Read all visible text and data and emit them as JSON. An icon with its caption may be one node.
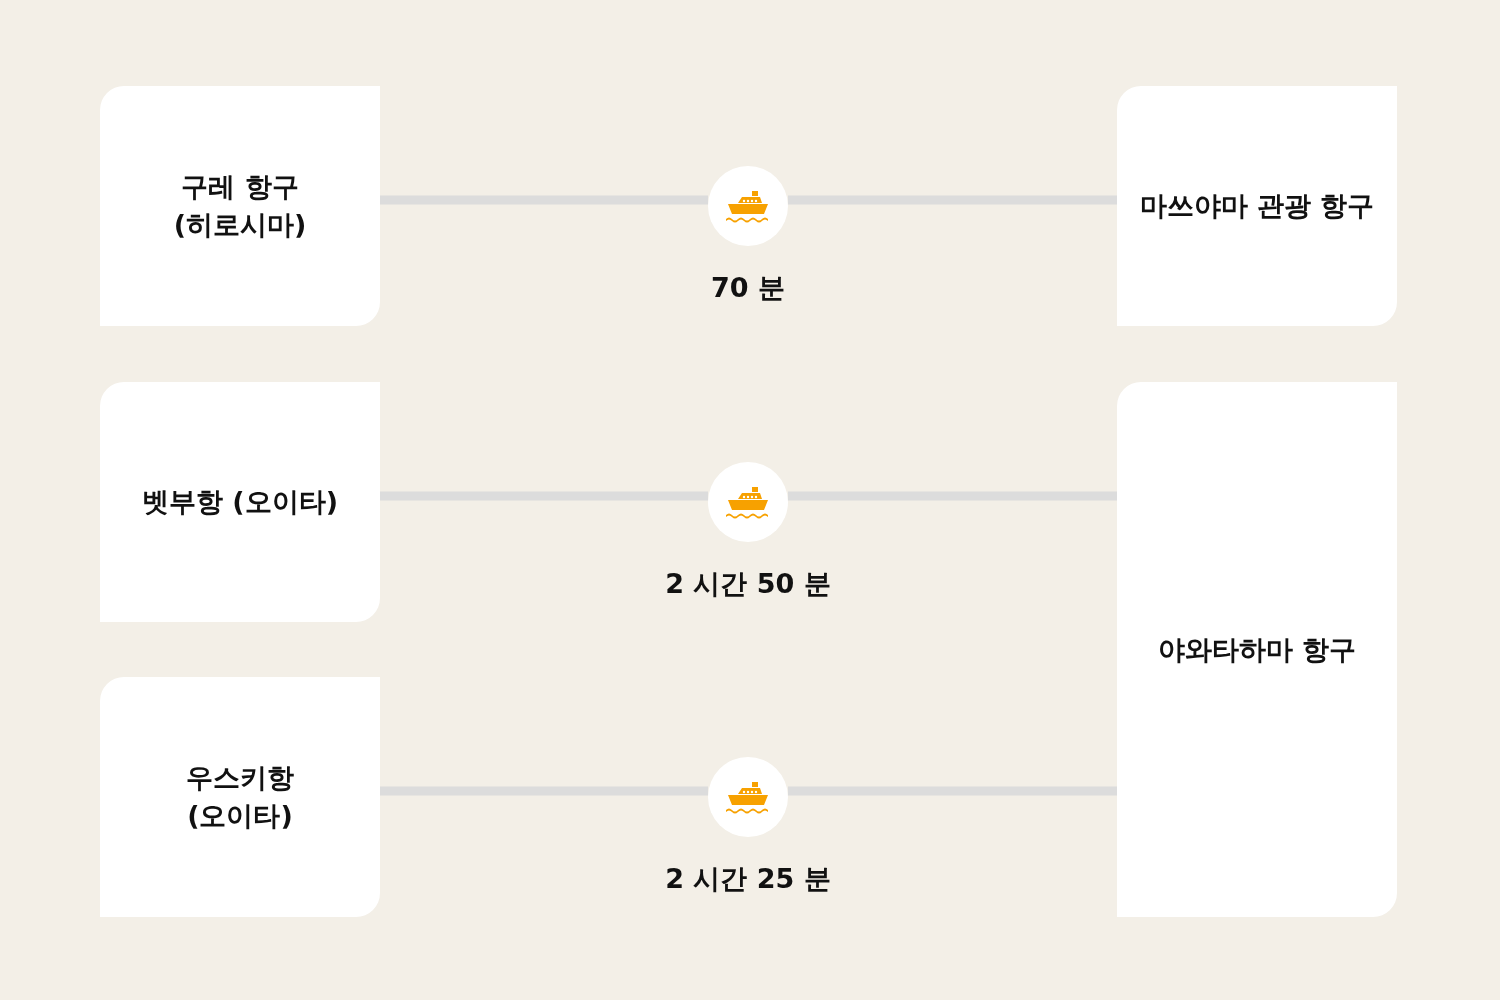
{
  "diagram": {
    "nodes": [
      {
        "text": [
          "구레 항구 (히로시마)"
        ]
      },
      {
        "text": [
          "마쓰야마 관광 항구"
        ]
      },
      {
        "text": [
          "벳부항 (오이타)"
        ]
      },
      {
        "text": [
          "우스키항 (오이타)"
        ]
      },
      {
        "text": [
          "야와타하마 항구"
        ]
      },
      {
        "text": [],
        "shape": "circle",
        "beside": [
          "70 분"
        ]
      },
      {
        "text": [],
        "shape": "circle",
        "beside": [
          "2 시간 50 분"
        ]
      },
      {
        "text": [],
        "shape": "circle",
        "beside": [
          "2 시간 25 분"
        ]
      }
    ],
    "edges": [
      {
        "from": 0,
        "to": 5,
        "arrow": "none"
      },
      {
        "from": 5,
        "to": 1,
        "arrow": "none"
      },
      {
        "from": 2,
        "to": 6,
        "arrow": "none"
      },
      {
        "from": 6,
        "to": 4,
        "arrow": "none"
      },
      {
        "from": 3,
        "to": 7,
        "arrow": "none"
      },
      {
        "from": 7,
        "to": 4,
        "arrow": "none"
      }
    ]
  }
}
